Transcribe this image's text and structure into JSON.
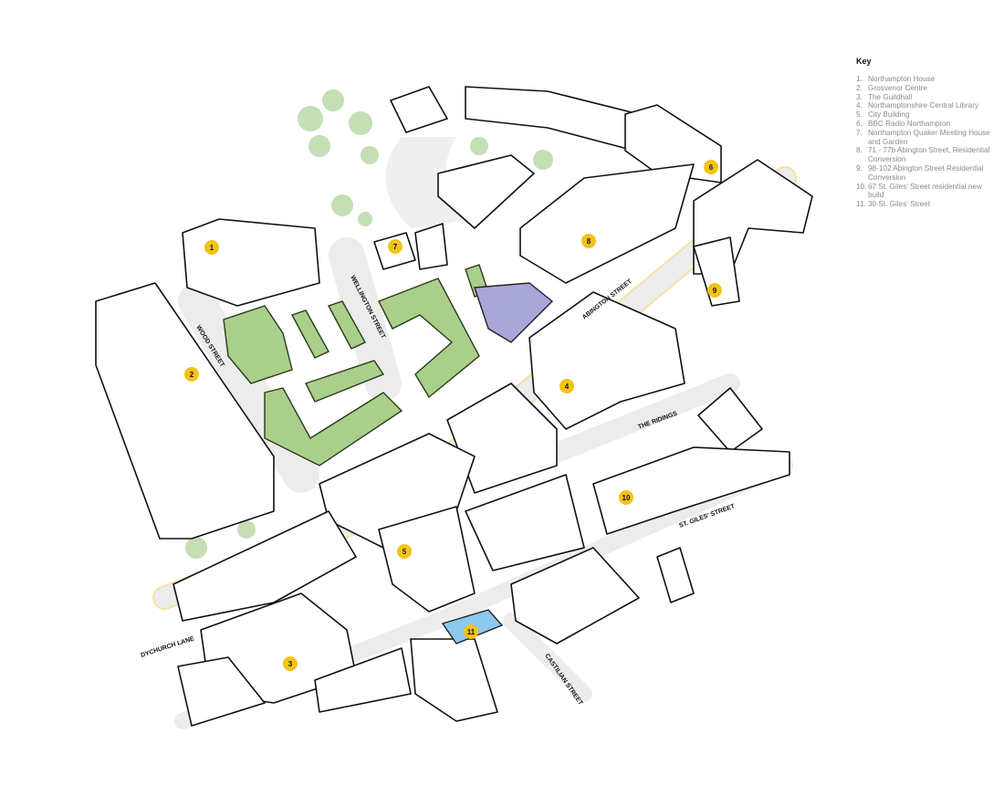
{
  "key": {
    "title": "Key",
    "items": [
      {
        "num": "1.",
        "label": "Northampton House"
      },
      {
        "num": "2.",
        "label": "Grosvenor Centre"
      },
      {
        "num": "3.",
        "label": "The Guildhall"
      },
      {
        "num": "4.",
        "label": "Northamptonshire Central Library"
      },
      {
        "num": "5.",
        "label": "City Building"
      },
      {
        "num": "6.",
        "label": "BBC Radio Northampton"
      },
      {
        "num": "7.",
        "label": "Northampton Quaker Meeting House and Garden"
      },
      {
        "num": "8.",
        "label": "71 - 77b Abington Street, Residential Conversion"
      },
      {
        "num": "9.",
        "label": "98-102 Abington Street Residential Conversion"
      },
      {
        "num": "10.",
        "label": "67 St. Giles' Street residential new build"
      },
      {
        "num": "11.",
        "label": "30 St. Giles' Street"
      }
    ]
  },
  "streets": {
    "wood": "WOOD STREET",
    "wellington": "WELLINGTON STREET",
    "abington": "ABINGTON STREET",
    "ridings": "THE RIDINGS",
    "st_giles": "ST. GILES' STREET",
    "dychurch": "DYCHURCH LANE",
    "castilian": "CASTILIAN STREET"
  },
  "markers": [
    "1",
    "2",
    "3",
    "4",
    "5",
    "6",
    "7",
    "8",
    "9",
    "10",
    "11"
  ],
  "colors": {
    "marker": "#f3c318",
    "new_build": "#a9cf8a",
    "highlight_purple": "#a9a6d8",
    "highlight_blue": "#8cc8ee"
  }
}
